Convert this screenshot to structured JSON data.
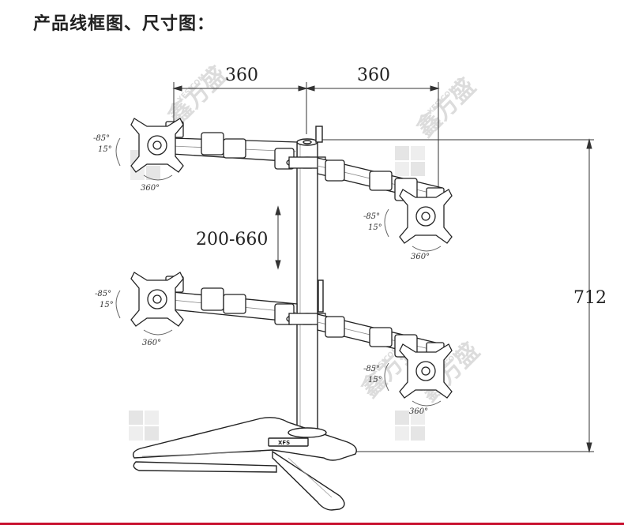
{
  "title": "产品线框图、尺寸图：",
  "dimensions": {
    "left_width": "360",
    "right_width": "360",
    "height_range": "200-660",
    "total_height": "712"
  },
  "angle_labels": {
    "tilt_up": "-85°",
    "tilt_down": "15°",
    "rotation": "360°"
  },
  "base_label": "XFS",
  "watermark": {
    "latin": "XFS.COM",
    "cn": "鑫方盛"
  }
}
